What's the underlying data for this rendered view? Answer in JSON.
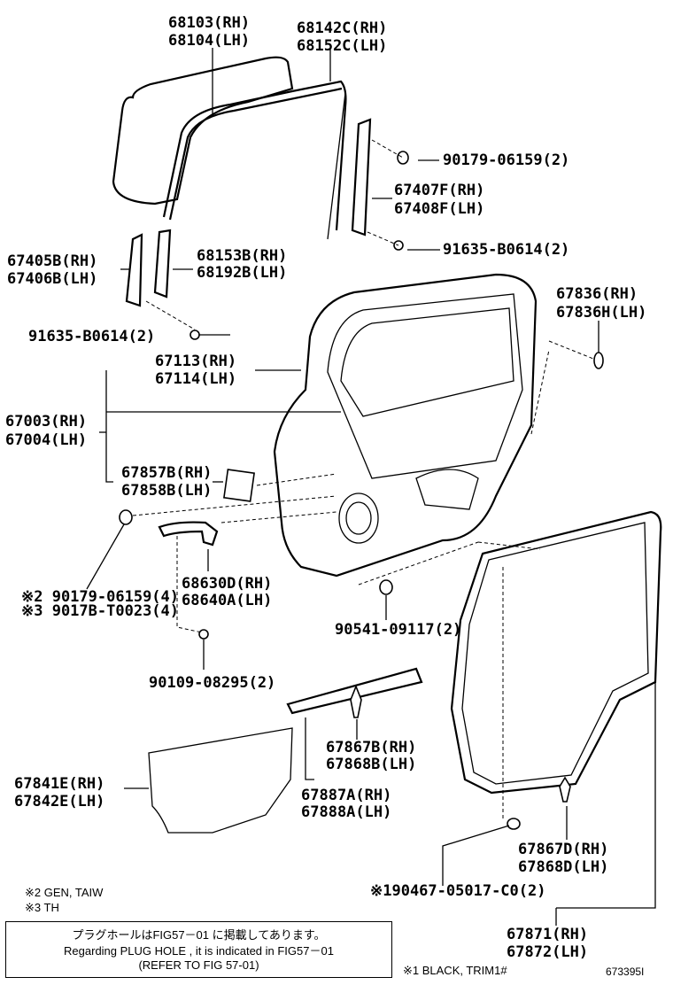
{
  "labels": {
    "glass": [
      "68103(RH)",
      "68104(LH)"
    ],
    "run": [
      "68142C(RH)",
      "68152C(LH)"
    ],
    "clip1": "90179-06159(2)",
    "frame": [
      "67407F(RH)",
      "67408F(LH)"
    ],
    "bolt1": "91635-B0614(2)",
    "channel_left": [
      "67405B(RH)",
      "67406B(LH)"
    ],
    "division": [
      "68153B(RH)",
      "68192B(LH)"
    ],
    "bolt2": "91635-B0614(2)",
    "cap": [
      "67836(RH)",
      "67836H(LH)"
    ],
    "panel": [
      "67113(RH)",
      "67114(LH)"
    ],
    "door": [
      "67003(RH)",
      "67004(LH)"
    ],
    "cover": [
      "67857B(RH)",
      "67858B(LH)"
    ],
    "clip_note2": "※2 90179-06159(4)",
    "clip_note3": "※3 9017B-T0023(4)",
    "check": [
      "68630D(RH)",
      "68640A(LH)"
    ],
    "bumper": "90541-09117(2)",
    "screw": "90109-08295(2)",
    "clip_b": [
      "67867B(RH)",
      "67868B(LH)"
    ],
    "hole_cover": [
      "67841E(RH)",
      "67842E(LH)"
    ],
    "weather_strip": [
      "67887A(RH)",
      "67888A(LH)"
    ],
    "clip_d": [
      "67867D(RH)",
      "67868D(LH)"
    ],
    "clip_note1": "※190467-05017-C0(2)",
    "door_seal": [
      "67871(RH)",
      "67872(LH)"
    ]
  },
  "notes": {
    "n2": "※2  GEN, TAIW",
    "n3": "※3  TH",
    "n1": "※1 BLACK, TRIM1#"
  },
  "notebox": {
    "line1": "プラグホールはFIG57－01 に掲載してあります。",
    "line2": "Regarding  PLUG  HOLE  ,  it  is  indicated  in  FIG57－01",
    "line3": "(REFER TO FIG  57-01)"
  },
  "figure_id": "673395I"
}
